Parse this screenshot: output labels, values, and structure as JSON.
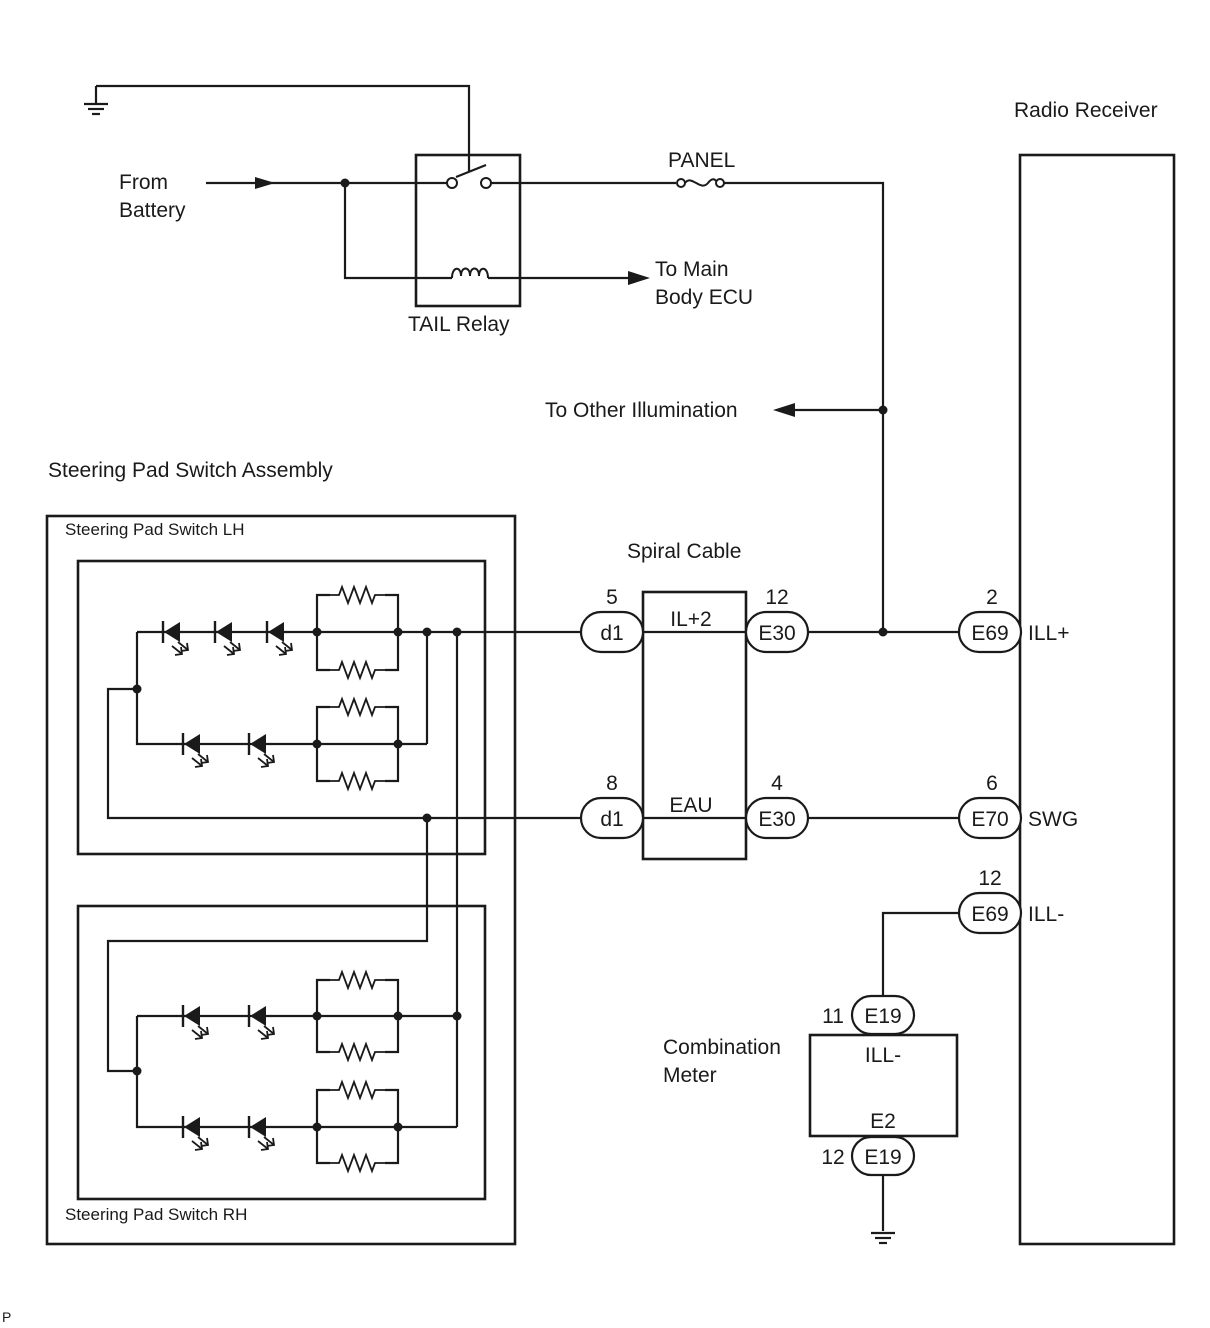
{
  "labels": {
    "radio_receiver": "Radio Receiver",
    "from_battery_1": "From",
    "from_battery_2": "Battery",
    "panel": "PANEL",
    "tail_relay": "TAIL Relay",
    "to_main_1": "To Main",
    "to_main_2": "Body ECU",
    "to_other": "To Other Illumination",
    "spa": "Steering Pad Switch Assembly",
    "sp_lh": "Steering Pad Switch LH",
    "sp_rh": "Steering Pad Switch RH",
    "spiral_cable": "Spiral Cable",
    "il2": "IL+2",
    "eau": "EAU",
    "ill_plus": "ILL+",
    "swg": "SWG",
    "ill_minus": "ILL-",
    "comb_1": "Combination",
    "comb_2": "Meter",
    "meter_ill": "ILL-",
    "meter_e2": "E2",
    "corner": "P"
  },
  "connectors": {
    "d1_top": {
      "name": "d1",
      "pin": "5"
    },
    "d1_bot": {
      "name": "d1",
      "pin": "8"
    },
    "e30_top": {
      "name": "E30",
      "pin": "12"
    },
    "e30_bot": {
      "name": "E30",
      "pin": "4"
    },
    "e69_top": {
      "name": "E69",
      "pin": "2"
    },
    "e70": {
      "name": "E70",
      "pin": "6"
    },
    "e69_bot": {
      "name": "E69",
      "pin": "12"
    },
    "e19_top": {
      "name": "E19",
      "pin": "11"
    },
    "e19_bot": {
      "name": "E19",
      "pin": "12"
    }
  }
}
